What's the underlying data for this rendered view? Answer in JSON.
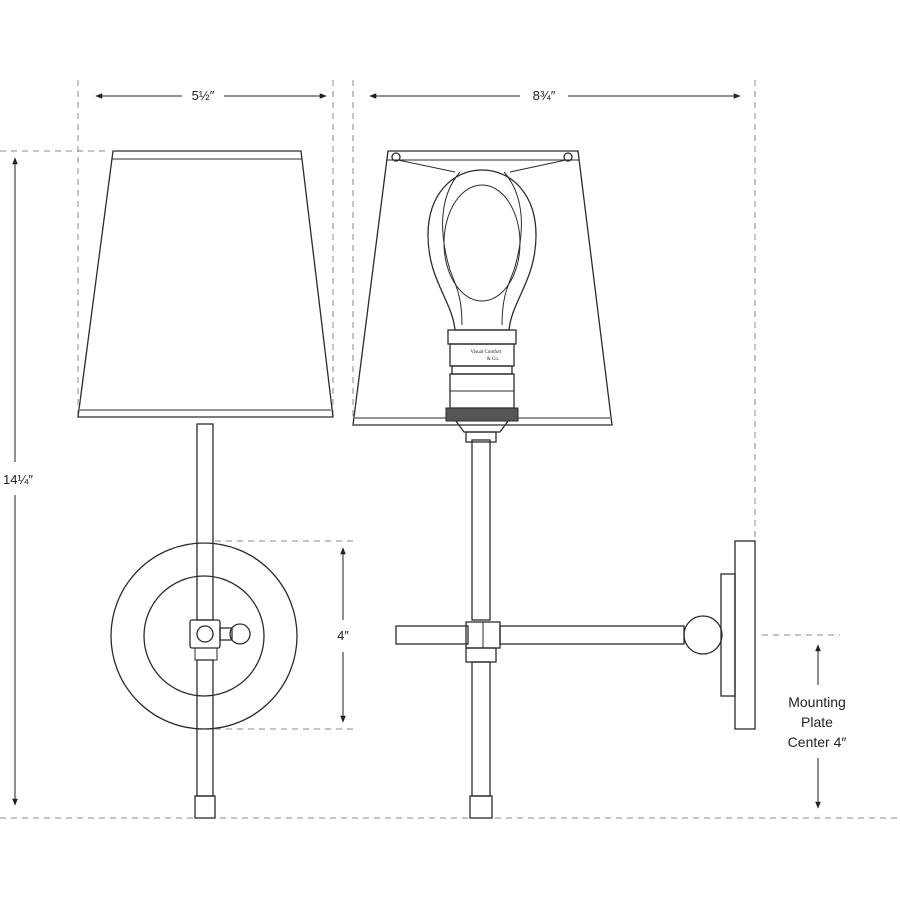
{
  "dimensions": {
    "shade_width": "5½″",
    "overall_depth": "8¾″",
    "overall_height": "14¼″",
    "backplate_diameter": "4″"
  },
  "mounting_label": {
    "line1": "Mounting",
    "line2": "Plate",
    "line3": "Center 4″"
  },
  "brand_mark": {
    "line1": "Visual Comfort",
    "line2": "& Co."
  }
}
